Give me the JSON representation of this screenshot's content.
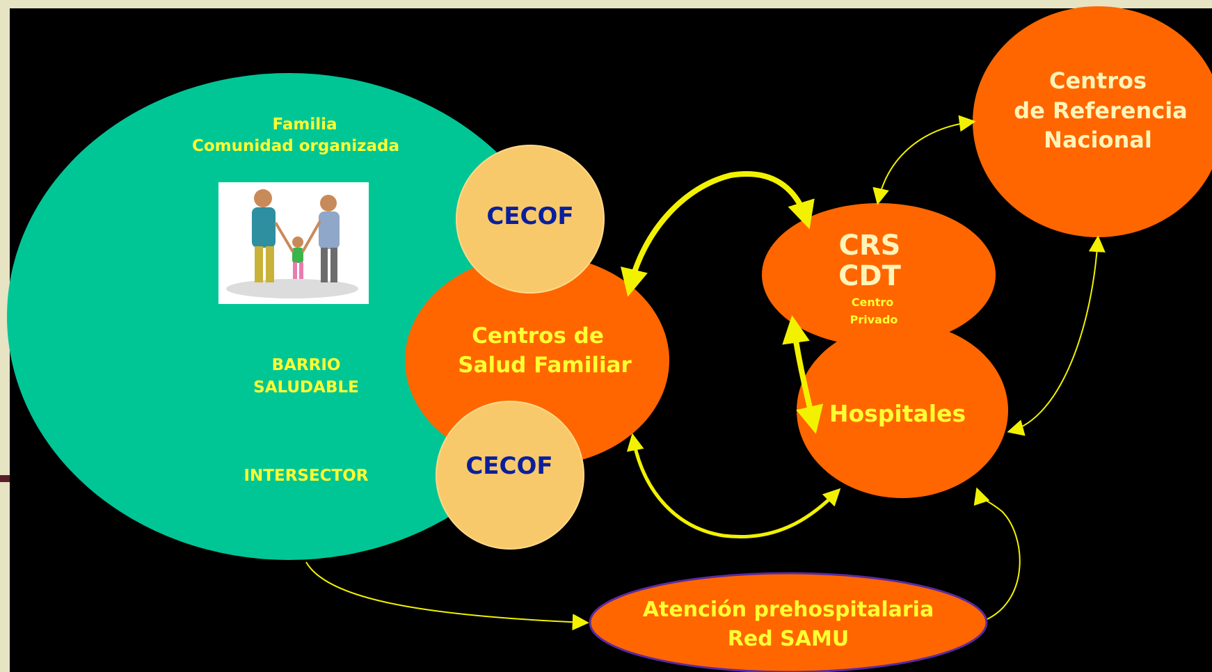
{
  "colors": {
    "background": "#000000",
    "slide_border": "#e6e4c3",
    "slide_underline": "#5a1f2a",
    "community": "#00c696",
    "orange": "#ff6600",
    "cecof": "#f8c96a",
    "arrow": "#f2f200",
    "yellow_text": "#ffff33",
    "cream_text": "#fff4b8",
    "blue_text": "#0b1f9c"
  },
  "community": {
    "title_line1": "Familia",
    "title_line2": "Comunidad organizada",
    "barrio_line1": "BARRIO",
    "barrio_line2": "SALUDABLE",
    "intersector": "INTERSECTOR",
    "picture_icon": "family-walking-clipart-icon"
  },
  "cecof_top": {
    "label": "CECOF"
  },
  "cecof_bottom": {
    "label": "CECOF"
  },
  "cesfam": {
    "line1": "Centros de",
    "line2": "Salud Familiar"
  },
  "crs": {
    "line1": "CRS",
    "line2": "CDT",
    "line3": "Centro",
    "line4": "Privado"
  },
  "hospitales": {
    "label": "Hospitales"
  },
  "referencia": {
    "line1": "Centros",
    "line2": "de Referencia",
    "line3": "Nacional"
  },
  "samu": {
    "line1": "Atención prehospitalaria",
    "line2": "Red SAMU"
  },
  "arrow_icon": "arrowhead-icon"
}
